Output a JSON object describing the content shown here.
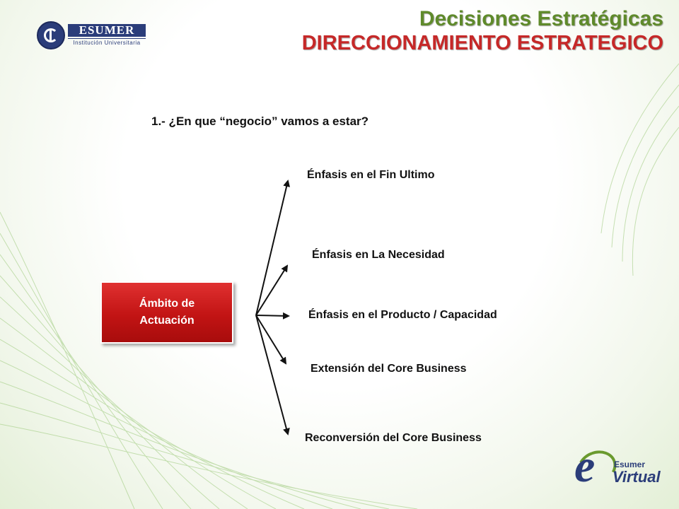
{
  "header": {
    "title": "Decisiones Estratégicas",
    "subtitle": "DIRECCIONAMIENTO ESTRATEGICO"
  },
  "logo": {
    "name": "ESUMER",
    "tagline": "Institución Universitaria"
  },
  "question": "1.- ¿En que “negocio” vamos a estar?",
  "diagram": {
    "root": "Ámbito de Actuación",
    "branches": [
      "Énfasis en el Fin Ultimo",
      "Énfasis en La Necesidad",
      "Énfasis en el Producto / Capacidad",
      "Extensión del Core Business",
      "Reconversión del Core Business"
    ]
  },
  "footer_logo": {
    "small": "Esumer",
    "big": "Virtual"
  },
  "colors": {
    "title_green": "#5f8a2b",
    "subtitle_red": "#c62828",
    "box_red": "#c21414",
    "brand_blue": "#2b3d7a"
  }
}
